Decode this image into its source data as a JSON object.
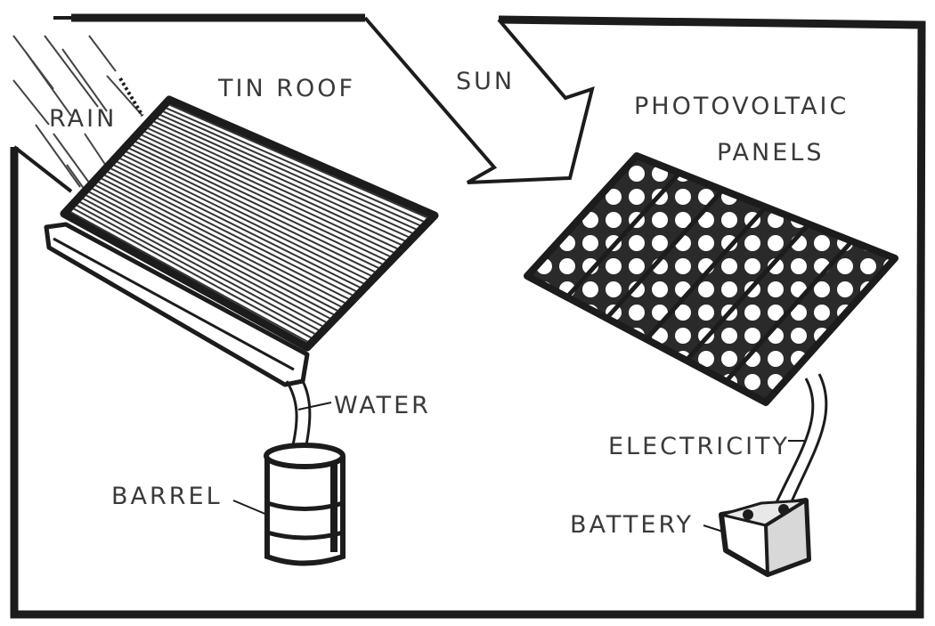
{
  "labels": {
    "rain": "RAIN",
    "tin_roof": "TIN ROOF",
    "sun": "SUN",
    "pv_line1": "PHOTOVOLTAIC",
    "pv_line2": "PANELS",
    "water": "WATER",
    "barrel": "BARREL",
    "electricity": "ELECTRICITY",
    "battery": "BATTERY"
  },
  "colors": {
    "ink": "#1c1c1c",
    "text": "#3a3a3a",
    "paper": "#ffffff"
  }
}
